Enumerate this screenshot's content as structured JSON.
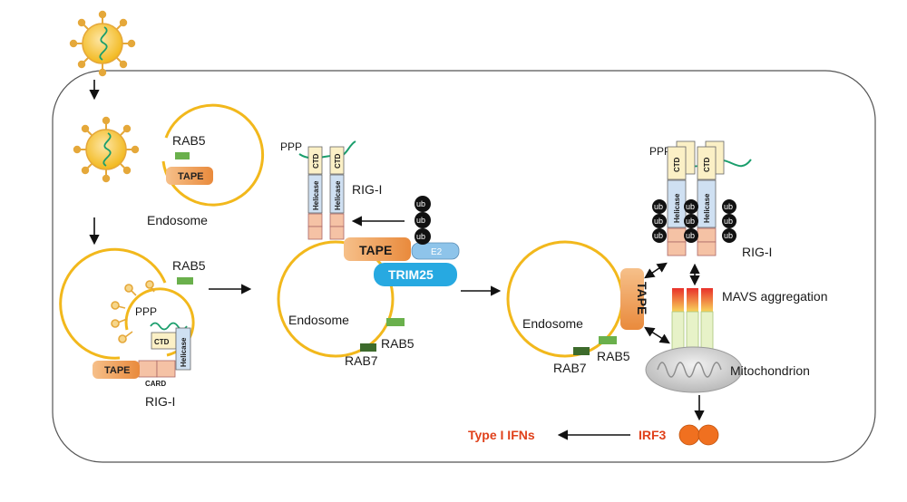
{
  "colors": {
    "membrane": "#f2b81c",
    "tape": "#f0a060",
    "rab5": "#6ab04c",
    "rab7": "#3d6b2c",
    "card": "#f5c2a5",
    "ctd": "#fbf0c6",
    "helicase": "#cfe0f2",
    "trim25": "#27a9e1",
    "e2": "#8ec4ea",
    "ub": "#111111",
    "rna": "#1a9e6c",
    "irf3": "#f07020",
    "output_red": "#e0411b"
  },
  "labels": {
    "rab5": "RAB5",
    "rab7": "RAB7",
    "tape": "TAPE",
    "endosome": "Endosome",
    "rigi": "RIG-I",
    "ppp": "PPP",
    "ctd": "CTD",
    "helicase": "Helicase",
    "card": "CARD",
    "ub": "ub",
    "e2": "E2",
    "trim25": "TRIM25",
    "mavs": "MAVS aggregation",
    "mitochondrion": "Mitochondrion",
    "irf3": "IRF3",
    "ifn": "Type I IFNs"
  },
  "icons": {
    "virus": "virus-icon",
    "mitochondrion": "mitochondrion-icon"
  }
}
